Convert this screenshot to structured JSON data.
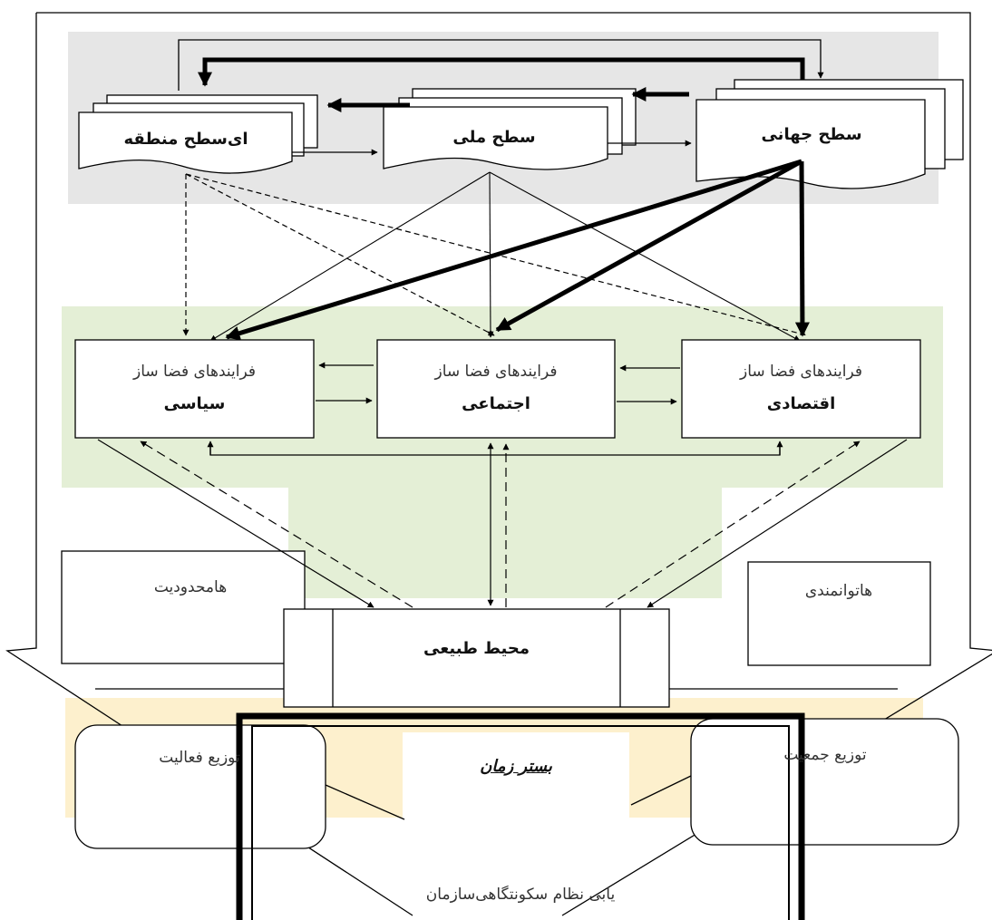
{
  "levels": {
    "global": "سطح جهانی",
    "national": "سطح ملی",
    "regional": "ای‌سطح منطقه"
  },
  "processes": {
    "prefix": "فرایندهای فضا ساز",
    "economic": "اقتصادی",
    "social": "اجتماعی",
    "political": "سیاسی"
  },
  "environment": "محیط طبیعی",
  "constraints": "هامحدودیت",
  "capabilities": "هاتوانمندی",
  "time_bed": "بستر زمان",
  "activity_distribution": "توزیع فعالیت",
  "population_distribution": "توزیع جمعیت",
  "outcome": "یابی نظام سکونتگاهی‌سازمان",
  "colors": {
    "top_band": "#e6e6e6",
    "mid_band": "#e4efd6",
    "time_band": "#fdf0cd",
    "line": "#000000"
  }
}
